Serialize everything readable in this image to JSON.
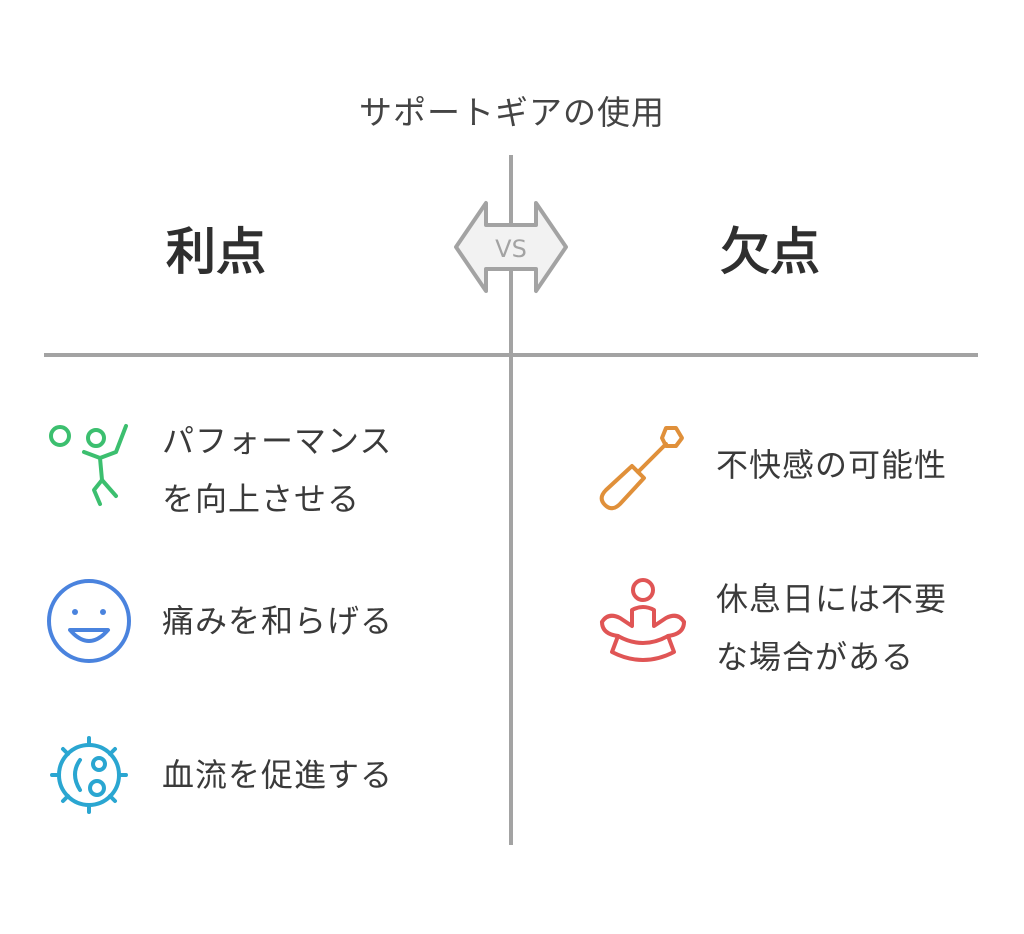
{
  "title": "サポートギアの使用",
  "left": {
    "heading": "利点",
    "items": [
      {
        "lines": [
          "パフォーマンス",
          "を向上させる"
        ],
        "icon": "athlete-icon",
        "color": "#3cbf6f"
      },
      {
        "lines": [
          "痛みを和らげる"
        ],
        "icon": "smile-face-icon",
        "color": "#4a83de"
      },
      {
        "lines": [
          "血流を促進する"
        ],
        "icon": "blood-cell-icon",
        "color": "#2aa6d1"
      }
    ]
  },
  "right": {
    "heading": "欠点",
    "items": [
      {
        "lines": [
          "不快感の可能性"
        ],
        "icon": "screwdriver-icon",
        "color": "#e0903a"
      },
      {
        "lines": [
          "休息日には不要",
          "な場合がある"
        ],
        "icon": "meditation-icon",
        "color": "#e05555"
      }
    ]
  },
  "vs_label": "VS",
  "colors": {
    "divider": "#a3a3a3",
    "badge_fill": "#f2f2f2",
    "badge_stroke": "#a3a3a3"
  }
}
